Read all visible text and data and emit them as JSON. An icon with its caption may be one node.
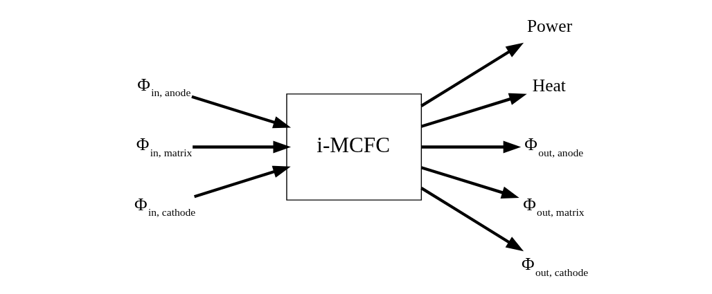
{
  "diagram": {
    "nodes": [
      {
        "text": [
          "Φ$_{in, anode}$"
        ]
      },
      {
        "text": [
          "Φ$_{in, matrix}$"
        ]
      },
      {
        "text": [
          "Φ$_{in, cathode}$"
        ]
      },
      {
        "text": [
          "i-MCFC"
        ]
      },
      {
        "text": [
          "Power"
        ]
      },
      {
        "text": [
          "Heat"
        ]
      },
      {
        "text": [
          "Φ$_{out, anode}$"
        ]
      },
      {
        "text": [
          "Φ$_{out, matrix}$"
        ]
      },
      {
        "text": [
          "Φ$_{out, cathode}$"
        ]
      }
    ],
    "edges": [
      {
        "from": 0,
        "to": 3,
        "arrow": "to"
      },
      {
        "from": 1,
        "to": 3,
        "arrow": "to"
      },
      {
        "from": 2,
        "to": 3,
        "arrow": "to"
      },
      {
        "from": 3,
        "to": 4,
        "arrow": "to"
      },
      {
        "from": 3,
        "to": 5,
        "arrow": "to"
      },
      {
        "from": 3,
        "to": 6,
        "arrow": "to"
      },
      {
        "from": 3,
        "to": 7,
        "arrow": "to"
      },
      {
        "from": 3,
        "to": 8,
        "arrow": "to"
      }
    ]
  }
}
